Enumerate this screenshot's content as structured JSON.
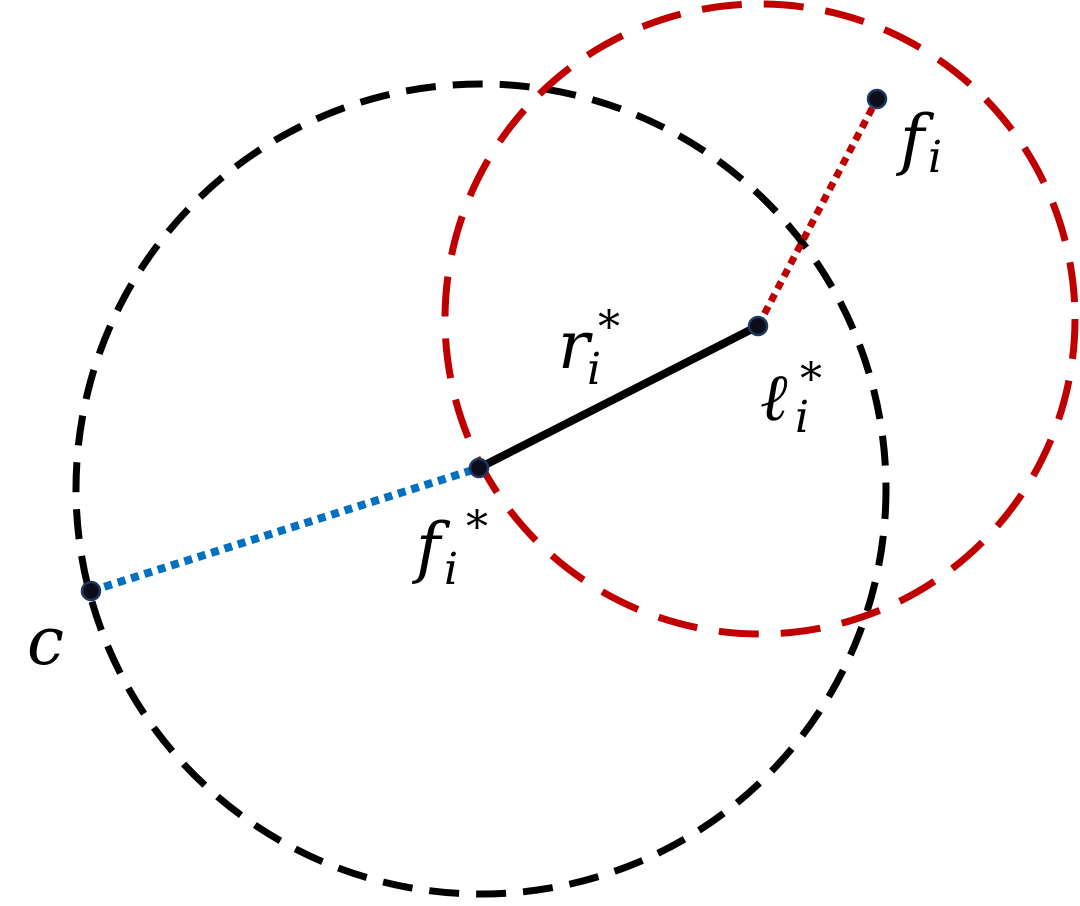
{
  "colors": {
    "black_circle": "#000000",
    "red_circle": "#c00000",
    "blue_dotted": "#0070c0",
    "red_dotted": "#c00000",
    "radius_segment": "#000000",
    "point_fill": "#0d0d1a",
    "point_stroke": "#203864",
    "label_text": "#000000"
  },
  "labels": {
    "f_i": {
      "base": "f",
      "sub": "i"
    },
    "r_i_star": {
      "base": "r",
      "sub": "i",
      "sup": "*"
    },
    "l_i_star": {
      "base": "ℓ",
      "sub": "i",
      "sup": "*"
    },
    "f_i_star": {
      "base": "f",
      "sub": "i",
      "sup": "*"
    },
    "c": {
      "base": "c"
    }
  }
}
